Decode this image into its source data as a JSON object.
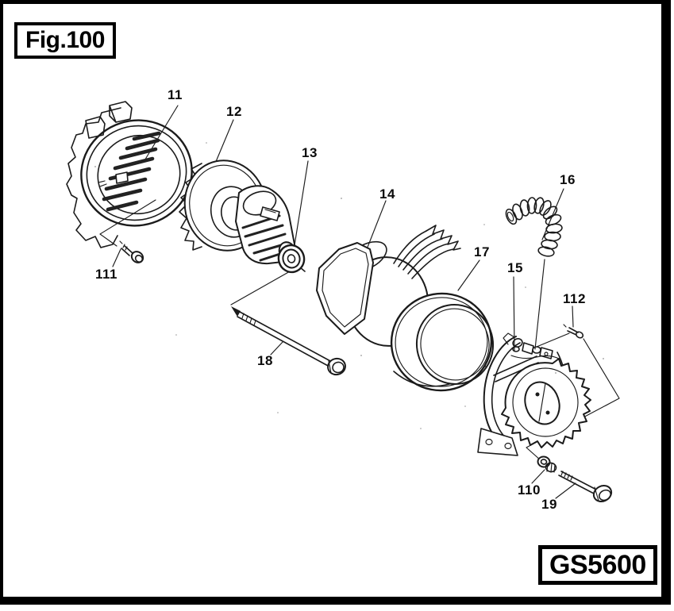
{
  "figure": {
    "title": "Fig.100",
    "model": "GS5600"
  },
  "colors": {
    "ink": "#1b1b1b",
    "paper": "#ffffff",
    "frame": "#000000"
  },
  "parts": [
    {
      "ref": "11"
    },
    {
      "ref": "12"
    },
    {
      "ref": "13"
    },
    {
      "ref": "14"
    },
    {
      "ref": "15"
    },
    {
      "ref": "16"
    },
    {
      "ref": "17"
    },
    {
      "ref": "18"
    },
    {
      "ref": "19"
    },
    {
      "ref": "110"
    },
    {
      "ref": "111"
    },
    {
      "ref": "112"
    }
  ]
}
